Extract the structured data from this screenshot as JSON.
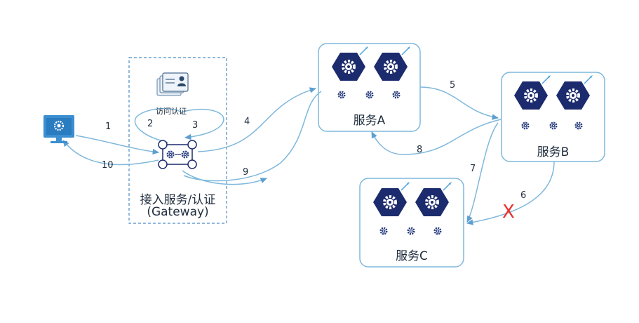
{
  "gateway": {
    "title_line1": "接入服务/认证",
    "title_line2": "(Gateway)",
    "auth_label": "访问认证"
  },
  "services": {
    "a": "服务A",
    "b": "服务B",
    "c": "服务C"
  },
  "steps": {
    "s1": "1",
    "s2": "2",
    "s3": "3",
    "s4": "4",
    "s5": "5",
    "s6": "6",
    "s7": "7",
    "s8": "8",
    "s9": "9",
    "s10": "10"
  },
  "failure_mark": "X",
  "icons": {
    "client": "monitor-gear-icon",
    "credentials": "user-card-icon",
    "gateway": "gateway-hub-icon",
    "instance": "hexagon-gear-icon",
    "small": "small-gear-icon"
  },
  "colors": {
    "line": "#7fb8dc",
    "arrow": "#5c9fd0",
    "navy": "#1c2b6d",
    "gear": "#2a3f80",
    "error": "#e8322b",
    "text": "#1f2d3d"
  }
}
